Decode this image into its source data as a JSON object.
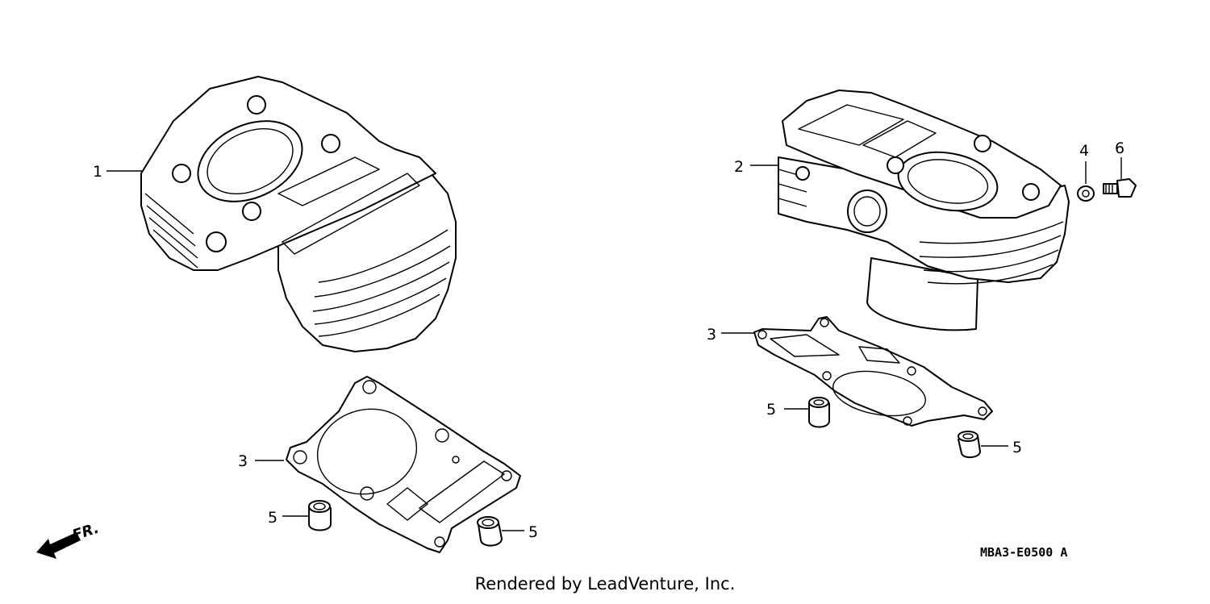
{
  "callouts": {
    "c1": "1",
    "c2": "2",
    "c3a": "3",
    "c3b": "3",
    "c4": "4",
    "c5a": "5",
    "c5b": "5",
    "c5c": "5",
    "c5d": "5",
    "c6": "6"
  },
  "direction_label": "FR.",
  "diagram_code": "MBA3-E0500 A",
  "footer": "Rendered by LeadVenture, Inc.",
  "icons": {
    "direction": "arrow-left-icon"
  }
}
